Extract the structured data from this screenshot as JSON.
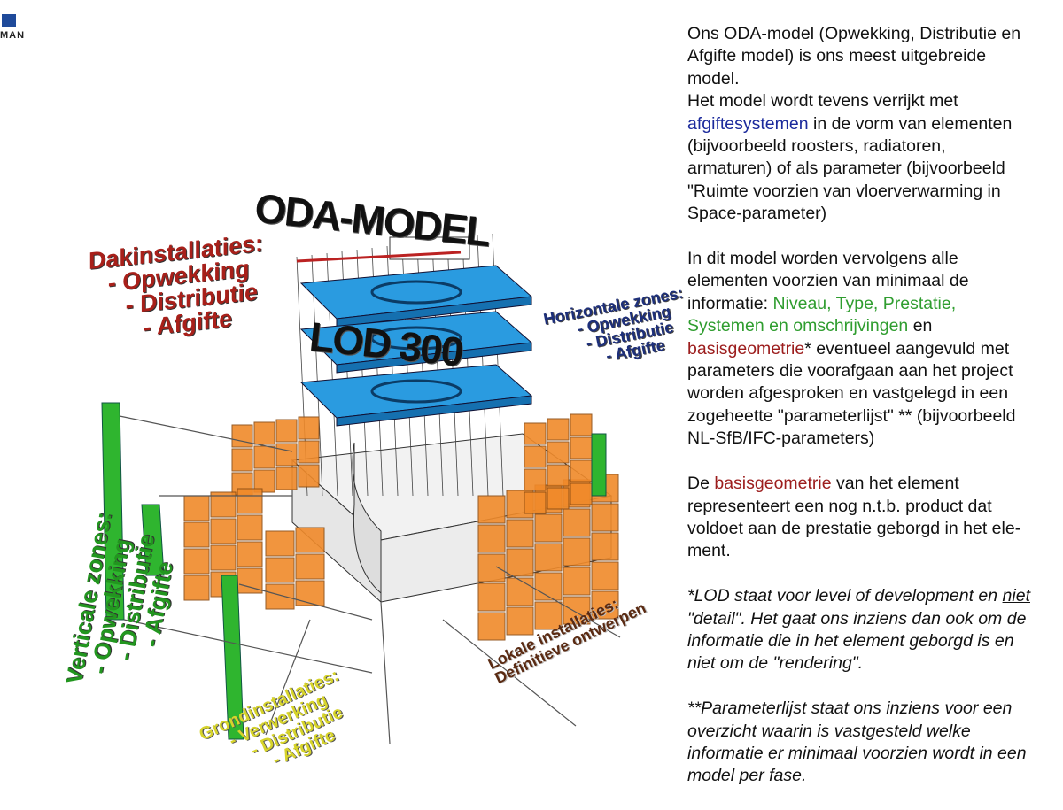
{
  "logo": {
    "name": "MAN"
  },
  "diagram": {
    "title": [
      "ODA-MODEL",
      "LOD 300"
    ],
    "roof_label": [
      "Dakinstallaties:",
      "- Opwekking",
      "- Distributie",
      "- Afgifte"
    ],
    "horizontal_label": [
      "Horizontale zones:",
      "- Opwekking",
      "- Distributie",
      "- Afgifte"
    ],
    "vertical_label": [
      "Verticale zones:",
      "- Opwekking",
      "- Distributie",
      "- Afgifte"
    ],
    "ground_label": [
      "Grondinstallaties:",
      "- Verwerking",
      "- Distributie",
      "- Afgifte"
    ],
    "local_label": [
      "Lokale installaties:",
      "Definitieve ontwerpen"
    ],
    "colors": {
      "slab": "#2a9be0",
      "box": "#f08a2a",
      "column": "#2fb52f"
    }
  },
  "text": {
    "paragraphs": [
      {
        "italic": false,
        "lines": [
          [
            {
              "t": "Ons ODA-model (Opwekking, Distributie en"
            }
          ],
          [
            {
              "t": "Afgifte model) is ons meest uitgebreide"
            }
          ],
          [
            {
              "t": "model."
            }
          ],
          [
            {
              "t": "Het model wordt tevens verrijkt met"
            }
          ],
          [
            {
              "t": "afgiftesystemen",
              "c": "blue"
            },
            {
              "t": " in de vorm van elementen"
            }
          ],
          [
            {
              "t": "(bijvoorbeeld roosters, radiatoren,"
            }
          ],
          [
            {
              "t": "armaturen) of als parameter (bijvoorbeeld"
            }
          ],
          [
            {
              "t": "\"Ruimte voorzien van vloerverwarming in"
            }
          ],
          [
            {
              "t": "Space-parameter)"
            }
          ]
        ]
      },
      {
        "italic": false,
        "lines": [
          [
            {
              "t": "In dit model worden vervolgens alle"
            }
          ],
          [
            {
              "t": "elementen voorzien van minimaal de"
            }
          ],
          [
            {
              "t": "informatie: "
            },
            {
              "t": "Niveau, Type, Prestatie,",
              "c": "green"
            }
          ],
          [
            {
              "t": "Systemen en omschrijvingen",
              "c": "green"
            },
            {
              "t": " en"
            }
          ],
          [
            {
              "t": "basisgeometrie",
              "c": "red"
            },
            {
              "t": "* eventueel aangevuld met"
            }
          ],
          [
            {
              "t": "parameters die voorafgaan aan het project"
            }
          ],
          [
            {
              "t": "worden afgesproken en vastgelegd in een"
            }
          ],
          [
            {
              "t": "zogeheette \"parameterlijst\" ** (bijvoorbeeld"
            }
          ],
          [
            {
              "t": "NL-SfB/IFC-parameters)"
            }
          ]
        ]
      },
      {
        "italic": false,
        "lines": [
          [
            {
              "t": "De "
            },
            {
              "t": "basisgeometrie",
              "c": "red"
            },
            {
              "t": " van het element"
            }
          ],
          [
            {
              "t": "representeert een nog n.t.b. product dat"
            }
          ],
          [
            {
              "t": "voldoet aan de prestatie geborgd in het ele-"
            }
          ],
          [
            {
              "t": "ment."
            }
          ]
        ]
      },
      {
        "italic": true,
        "lines": [
          [
            {
              "t": "*LOD staat voor level of development en "
            },
            {
              "t": "niet",
              "c": "u"
            }
          ],
          [
            {
              "t": "\"detail\". Het gaat ons inziens dan ook om de"
            }
          ],
          [
            {
              "t": "informatie die in het element geborgd is en"
            }
          ],
          [
            {
              "t": "niet om de \"rendering\"."
            }
          ]
        ]
      },
      {
        "italic": true,
        "lines": [
          [
            {
              "t": "**Parameterlijst staat ons inziens voor een"
            }
          ],
          [
            {
              "t": "overzicht waarin is vastgesteld welke"
            }
          ],
          [
            {
              "t": "informatie er minimaal voorzien wordt in een"
            }
          ],
          [
            {
              "t": "model per fase."
            }
          ]
        ]
      }
    ]
  }
}
